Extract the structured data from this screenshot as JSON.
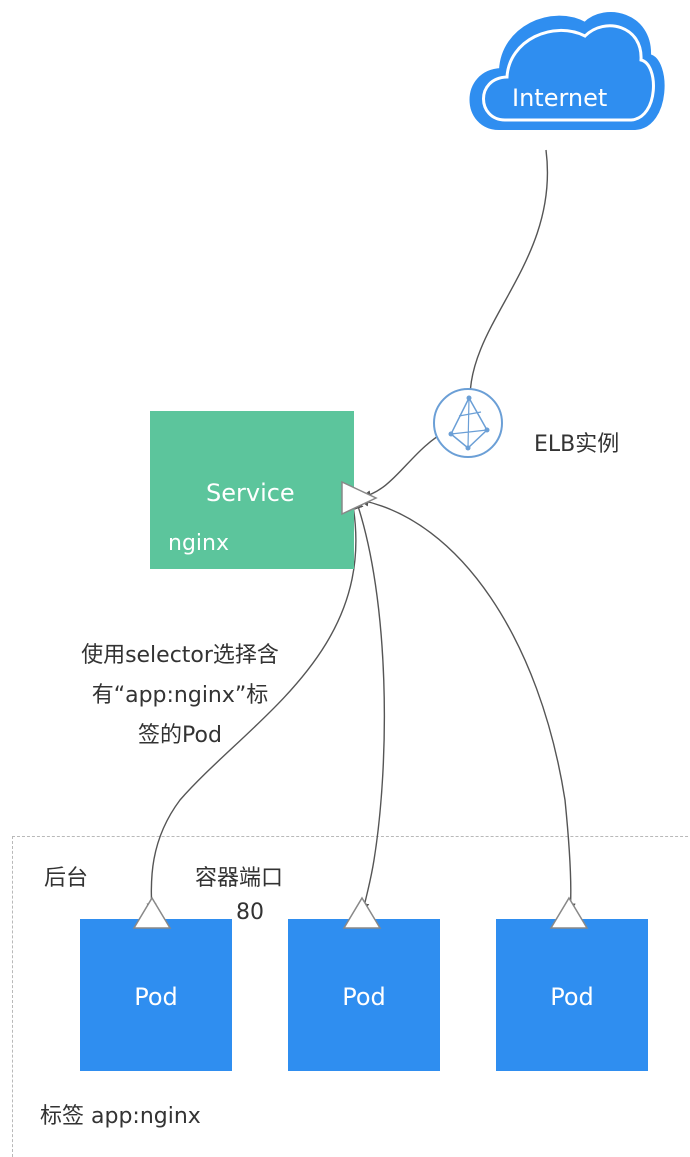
{
  "cloud": {
    "label": "Internet"
  },
  "elb": {
    "label": "ELB实例"
  },
  "service": {
    "title": "Service",
    "name": "nginx"
  },
  "selector_note": {
    "line1": "使用selector选择含",
    "line2": "有“app:nginx”标",
    "line3": "签的Pod"
  },
  "backend": {
    "title": "后台",
    "port_label": "容器端口",
    "port_value": "80",
    "label_text": "标签 app:nginx"
  },
  "pods": [
    {
      "label": "Pod"
    },
    {
      "label": "Pod"
    },
    {
      "label": "Pod"
    }
  ],
  "colors": {
    "cloud": "#2f8ef0",
    "service": "#5cc59c",
    "pod": "#2f8ef0",
    "elb_icon": "#6b9fd6",
    "connector": "#555555"
  }
}
